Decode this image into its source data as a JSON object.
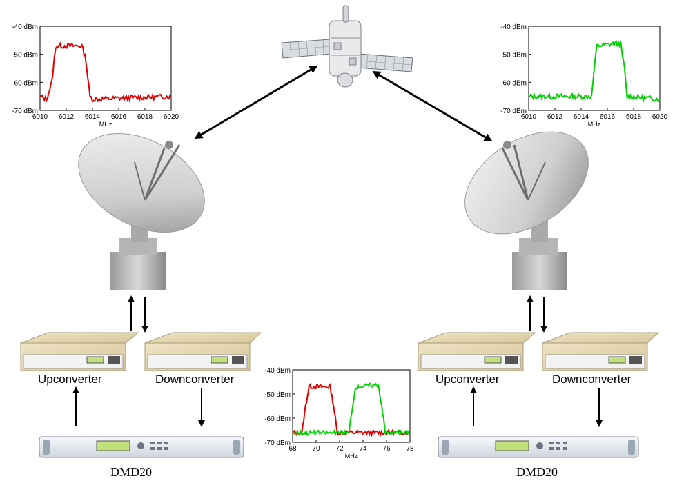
{
  "labels": {
    "upconverter_left": "Upconverter",
    "downconverter_left": "Downconverter",
    "upconverter_right": "Upconverter",
    "downconverter_right": "Downconverter",
    "modem_left": "DMD20",
    "modem_right": "DMD20"
  },
  "colors": {
    "left_carrier": "#e00000",
    "right_carrier": "#00d000",
    "arrow": "#000000"
  },
  "icons": [
    "satellite-icon",
    "dish-antenna-icon",
    "rack-converter-icon",
    "modem-icon"
  ],
  "chart_data": [
    {
      "type": "line",
      "xlabel": "MHz",
      "x_ticks": [
        "6010",
        "6012",
        "6014",
        "6016",
        "6018",
        "6020"
      ],
      "y_ticks": [
        "-40 dBm",
        "-50 dBm",
        "-60 dBm",
        "-70 dBm"
      ],
      "xlim": [
        6010,
        6020
      ],
      "ylim": [
        -70,
        -40
      ],
      "series": [
        {
          "color": "#e00000",
          "x": [
            6010,
            6010.5,
            6010.9,
            6011.2,
            6013.2,
            6013.5,
            6013.8,
            6014.0,
            6020
          ],
          "y": [
            -65,
            -66,
            -60,
            -47,
            -47,
            -52,
            -65,
            -66,
            -65
          ]
        }
      ]
    },
    {
      "type": "line",
      "xlabel": "MHz",
      "x_ticks": [
        "6010",
        "6012",
        "6014",
        "6016",
        "6018",
        "6020"
      ],
      "y_ticks": [
        "-40 dBm",
        "-50 dBm",
        "-60 dBm",
        "-70 dBm"
      ],
      "xlim": [
        6010,
        6020
      ],
      "ylim": [
        -70,
        -40
      ],
      "series": [
        {
          "color": "#00d000",
          "x": [
            6010,
            6014.8,
            6015.0,
            6015.2,
            6017.0,
            6017.3,
            6017.5,
            6020
          ],
          "y": [
            -65,
            -65,
            -55,
            -47,
            -46,
            -55,
            -65,
            -66
          ]
        }
      ]
    },
    {
      "type": "line",
      "xlabel": "MHz",
      "x_ticks": [
        "68",
        "70",
        "72",
        "74",
        "76",
        "78"
      ],
      "y_ticks": [
        "-40 dBm",
        "-50 dBm",
        "-60 dBm",
        "-70 dBm"
      ],
      "xlim": [
        68,
        78
      ],
      "ylim": [
        -70,
        -40
      ],
      "series": [
        {
          "color": "#e00000",
          "x": [
            68,
            68.8,
            69.1,
            69.4,
            71.2,
            71.5,
            71.8,
            78
          ],
          "y": [
            -66,
            -66,
            -55,
            -47,
            -47,
            -55,
            -66,
            -66
          ]
        },
        {
          "color": "#00d000",
          "x": [
            68,
            72.8,
            73.1,
            73.4,
            75.3,
            75.6,
            75.9,
            78
          ],
          "y": [
            -66,
            -66,
            -55,
            -47,
            -46,
            -55,
            -66,
            -66
          ]
        }
      ]
    }
  ]
}
